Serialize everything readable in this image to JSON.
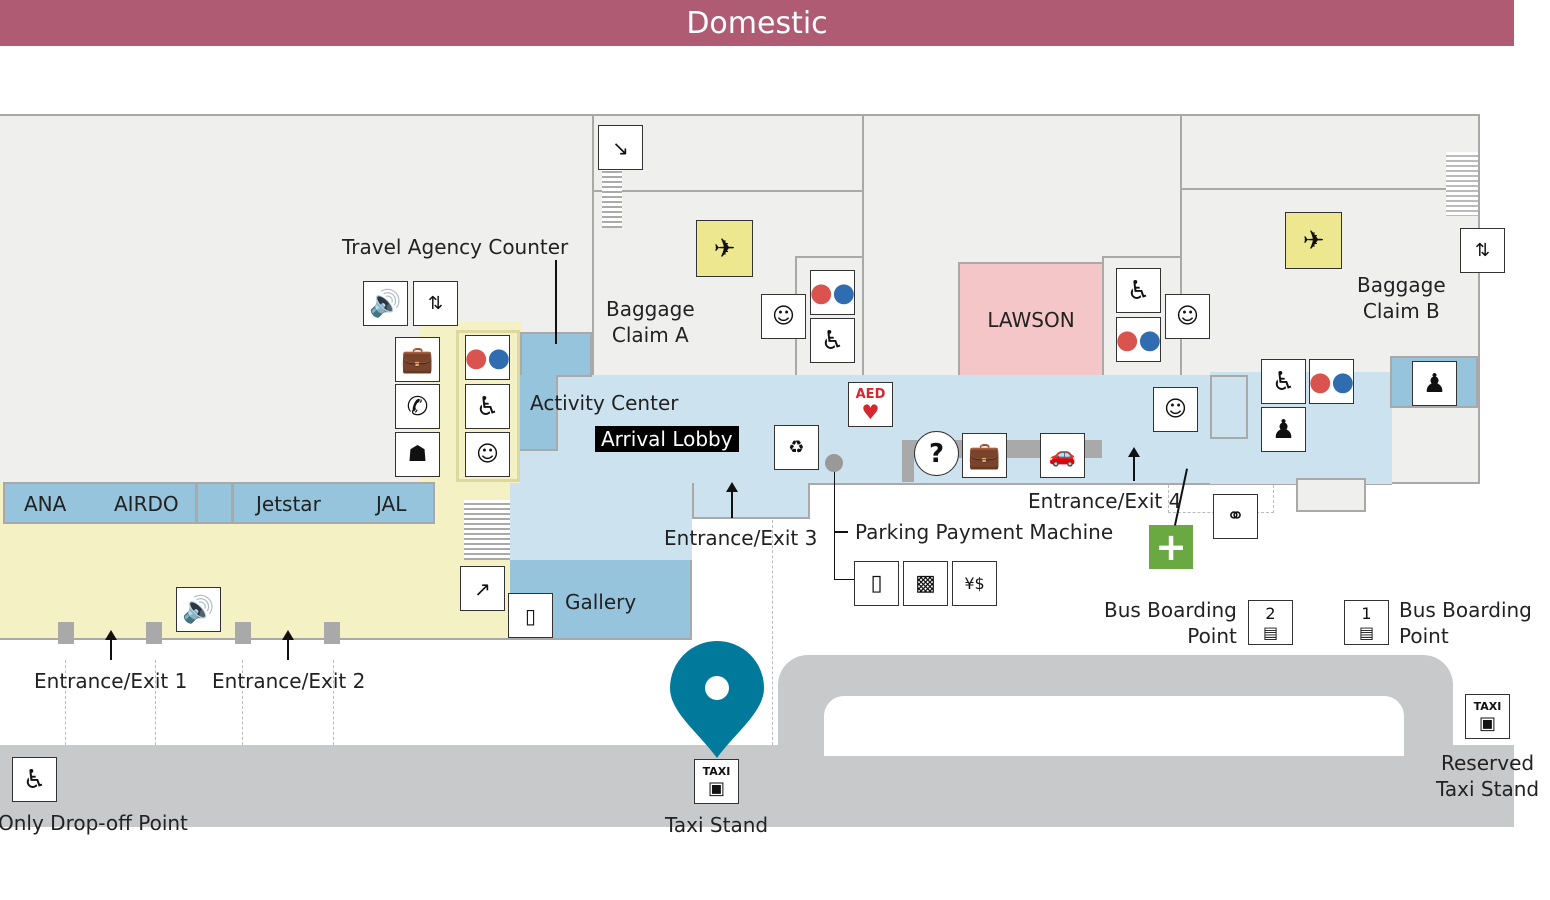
{
  "header": {
    "title": "Domestic"
  },
  "areas": {
    "travel_agency": "Travel Agency Counter",
    "baggage_a": "Baggage\nClaim A",
    "baggage_b": "Baggage\nClaim B",
    "lawson": "LAWSON",
    "activity_center": "Activity Center",
    "arrival_lobby": "Arrival Lobby",
    "gallery": "Gallery",
    "parking_payment": "Parking Payment Machine"
  },
  "airlines": [
    "ANA",
    "AIRDO",
    "Jetstar",
    "JAL"
  ],
  "entrances": {
    "e1": "Entrance/Exit 1",
    "e2": "Entrance/Exit 2",
    "e3": "Entrance/Exit 3",
    "e4": "Entrance/Exit 4"
  },
  "transport": {
    "bus2_label": "Bus Boarding\nPoint",
    "bus2_num": "2",
    "bus1_label": "Bus Boarding\nPoint",
    "bus1_num": "1",
    "taxi_stand": "Taxi Stand",
    "reserved_taxi": "Reserved\nTaxi Stand",
    "dropoff": "Only Drop-off Point",
    "taxi_sign": "TAXI"
  },
  "icons": {
    "aed": "AED",
    "info": "?"
  },
  "colors": {
    "header": "#AE5B73",
    "lobby": "#CCE2EF",
    "counter": "#97C4DD",
    "check_in": "#F4F1C4",
    "lawson": "#F4C6C8",
    "pin": "#00799A",
    "first_aid": "#6AA842"
  }
}
